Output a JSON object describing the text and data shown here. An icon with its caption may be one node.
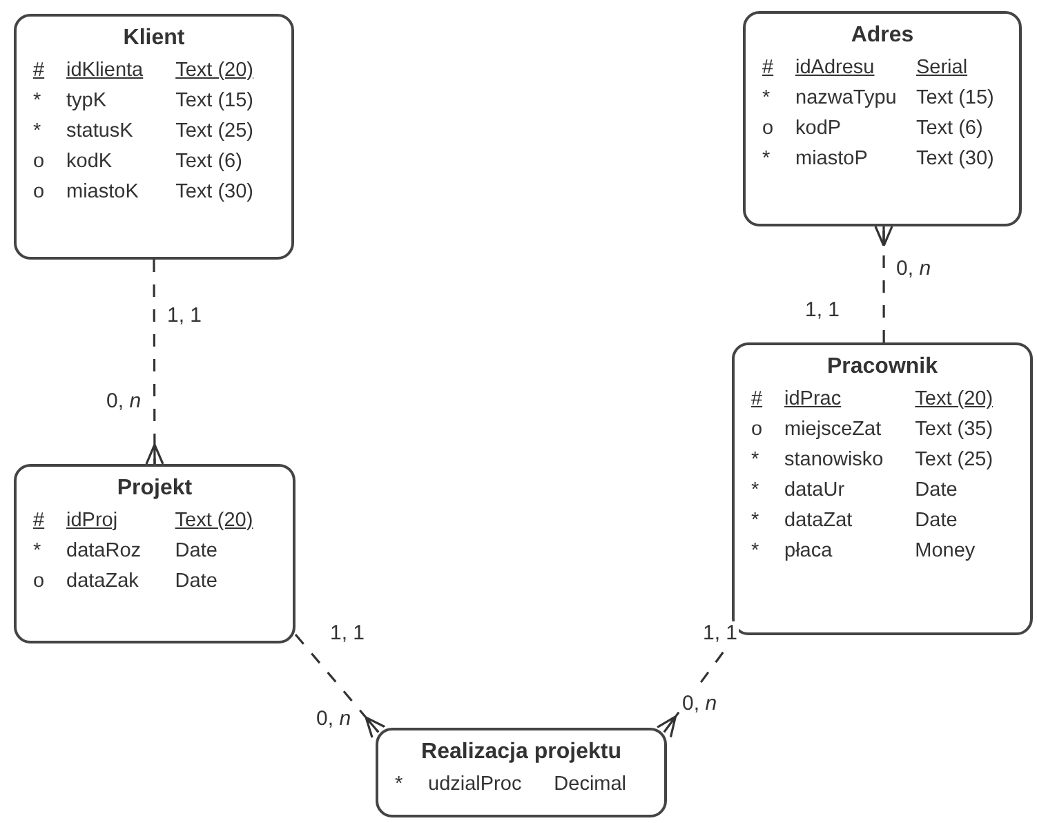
{
  "diagram": {
    "nodes": [
      {
        "text": [
          "Klient",
          "#",
          "idKlienta",
          "Text (20)",
          "*",
          "typK",
          "Text (15)",
          "*",
          "statusK",
          "Text (25)",
          "o",
          "kodK",
          "Text (6)",
          "o",
          "miastoK",
          "Text (30)"
        ]
      },
      {
        "text": [
          "Adres",
          "#",
          "idAdresu",
          "Serial",
          "*",
          "nazwaTypu",
          "Text (15)",
          "o",
          "kodP",
          "Text (6)",
          "*",
          "miastoP",
          "Text (30)"
        ]
      },
      {
        "text": [
          "Pracownik",
          "#",
          "idPrac",
          "Text (20)",
          "o",
          "miejsceZat",
          "Text (35)",
          "*",
          "stanowisko",
          "Text (25)",
          "*",
          "dataUr",
          "Date",
          "*",
          "dataZat",
          "Date",
          "*",
          "płaca",
          "Money"
        ]
      },
      {
        "text": [
          "Projekt",
          "#",
          "idProj",
          "Text (20)",
          "*",
          "dataRoz",
          "Date",
          "o",
          "dataZak",
          "Date"
        ]
      },
      {
        "text": [
          "Realizacja projektu",
          "*",
          "udzialProc",
          "Decimal"
        ]
      }
    ],
    "edges": [
      {
        "from": 0,
        "to": 3,
        "arrow": "other",
        "style": "dashed"
      },
      {
        "from": 2,
        "to": 1,
        "arrow": "other",
        "style": "dashed"
      },
      {
        "from": 3,
        "to": 4,
        "arrow": "other",
        "style": "dashed"
      },
      {
        "from": 2,
        "to": 4,
        "arrow": "other",
        "style": "dashed"
      }
    ],
    "labels": [
      "0, *n*",
      "1, 1",
      "1, 1",
      "0, *n*",
      "1, 1",
      "1, 1",
      "0, *n*",
      "0, *n*"
    ]
  }
}
